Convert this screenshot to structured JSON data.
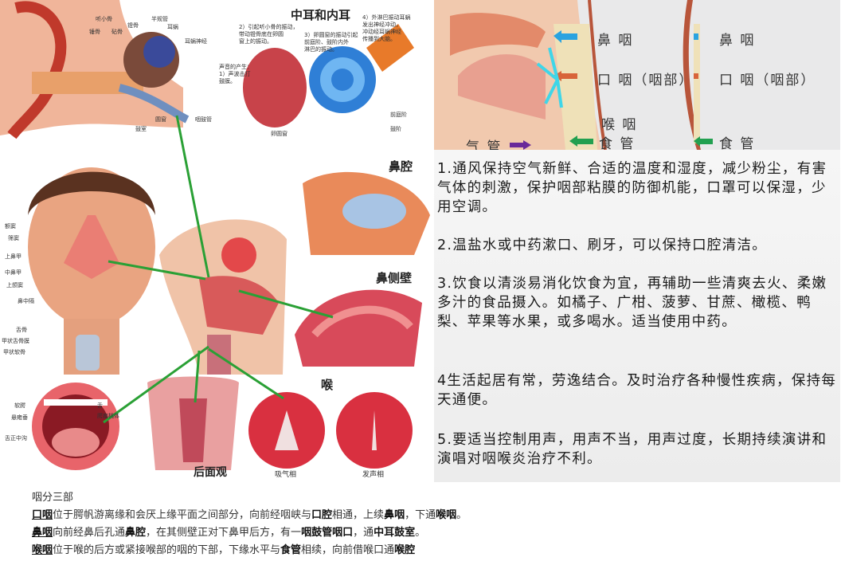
{
  "illustrations": {
    "ear": {
      "title": "中耳和内耳",
      "note_sound": "声音的产生：\n1）声波击打\n鼓膜。",
      "note2": "2）引起听小骨的振动，\n带动镫骨底在卵圆\n窗上的振动。",
      "note3": "3）卵圆窗的振动引起\n前庭阶、鼓阶内外\n淋巴的振动。",
      "note4": "4）外淋巴振动耳蜗\n发出神经冲动，\n冲动经耳蜗神经\n传播到大脑。",
      "labels": [
        "听小骨",
        "锤骨",
        "砧骨",
        "镫骨",
        "半规管",
        "耳蜗",
        "耳蜗神经",
        "前庭阶",
        "鼓阶",
        "圆窗",
        "鼓室",
        "咽鼓管",
        "卵圆窗"
      ]
    },
    "nasal_cavity_title": "鼻腔",
    "nasal_wall_title": "鼻侧壁",
    "larynx_title": "喉",
    "back_view_title": "后面观",
    "inhale_label": "吸气相",
    "phonation_label": "发声相",
    "face_labels": [
      "额窦",
      "筛窦",
      "上鼻甲",
      "中鼻甲",
      "上颌窦",
      "鼻中隔",
      "舌骨",
      "甲状舌骨膜",
      "甲状软骨"
    ],
    "mouth_labels": [
      "软腭",
      "悬雍垂",
      "舌正中沟",
      "舌",
      "腭扁桃体"
    ]
  },
  "pharynx_photo": {
    "labels": {
      "nasopharynx": "鼻 咽",
      "oropharynx": "口 咽（咽部）",
      "laryngopharynx": "喉 咽",
      "esophagus": "食 管",
      "trachea": "气 管"
    },
    "arrow_colors": {
      "nasopharynx": "#29a3e0",
      "oropharynx": "#d8643a",
      "esophagus": "#22a050",
      "trachea": "#6a2a9a",
      "flow": "#3fd6e8"
    }
  },
  "tips": [
    "1.通风保持空气新鲜、合适的温度和湿度，减少粉尘，有害气体的刺激，保护咽部粘膜的防御机能，口罩可以保湿，少用空调。",
    "2.温盐水或中药漱口、刷牙，可以保持口腔清洁。",
    "3.饮食以清淡易消化饮食为宜，再辅助一些清爽去火、柔嫩多汁的食品摄入。如橘子、广柑、菠萝、甘蔗、橄榄、鸭梨、苹果等水果，或多喝水。适当使用中药。",
    "4生活起居有常，劳逸结合。及时治疗各种慢性疾病，保持每天通便。",
    "5.要适当控制用声，用声不当，用声过度，长期持续演讲和演唱对咽喉炎治疗不利。"
  ],
  "bottom": {
    "heading": "咽分三部",
    "oro": {
      "term": "口咽",
      "t1": "位于腭帆游离缘和会厌上缘平面之间部分，向前经咽峡与",
      "b1": "口腔",
      "t2": "相通，上续",
      "b2": "鼻咽",
      "t3": "，下通",
      "b3": "喉咽",
      "t4": "。"
    },
    "naso": {
      "term": "鼻咽",
      "t1": "向前经鼻后孔通",
      "b1": "鼻腔",
      "t2": "，在其侧壁正对下鼻甲后方，有一",
      "b2": "咽鼓管咽口",
      "t3": "，通",
      "b3": "中耳鼓室",
      "t4": "。"
    },
    "laryngo": {
      "term": "喉咽",
      "t1": "位于喉的后方或紧接喉部的咽的下部，下缘水平与",
      "b1": "食管",
      "t2": "相续，向前借喉口通",
      "b2": "喉腔"
    }
  }
}
